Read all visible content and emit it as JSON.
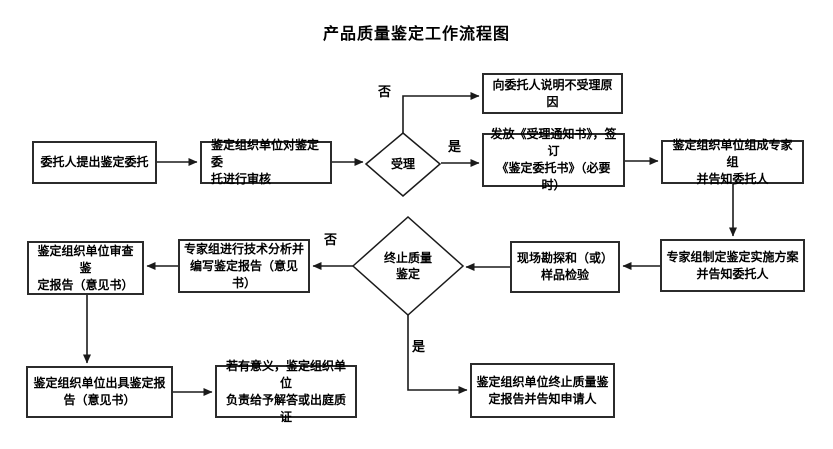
{
  "title": "产品质量鉴定工作流程图",
  "flowchart": {
    "nodes": {
      "entrust_request": "委托人提出鉴定委托",
      "review_entrustment": "鉴定组织单位对鉴定委\n托进行审核",
      "decision_accept": "受理",
      "explain_rejection": "向委托人说明不受理原因",
      "issue_notice": "发放《受理通知书》，签订\n《鉴定委托书》（必要时）",
      "form_expert_group": "鉴定组织单位组成专家组\n并告知委托人",
      "make_plan": "专家组制定鉴定实施方案\n并告知委托人",
      "site_survey": "现场勘探和（或）\n样品检验",
      "decision_terminate": "终止质量\n鉴定",
      "technical_analysis": "专家组进行技术分析并\n编写鉴定报告（意见书）",
      "review_report": "鉴定组织单位审查鉴\n定报告（意见书）",
      "issue_report": "鉴定组织单位出具鉴定报\n告（意见书）",
      "answer_questions": "若有意义，鉴定组织单位\n负责给予解答或出庭质证",
      "terminate_report": "鉴定组织单位终止质量鉴\n定报告并告知申请人"
    },
    "decision_labels": {
      "accept_no": "否",
      "accept_yes": "是",
      "terminate_no": "否",
      "terminate_yes": "是"
    }
  },
  "colors": {
    "background": "#ffffff",
    "line": "#1a1a1a",
    "box_border": "#2b2b2b",
    "text": "#000000"
  }
}
